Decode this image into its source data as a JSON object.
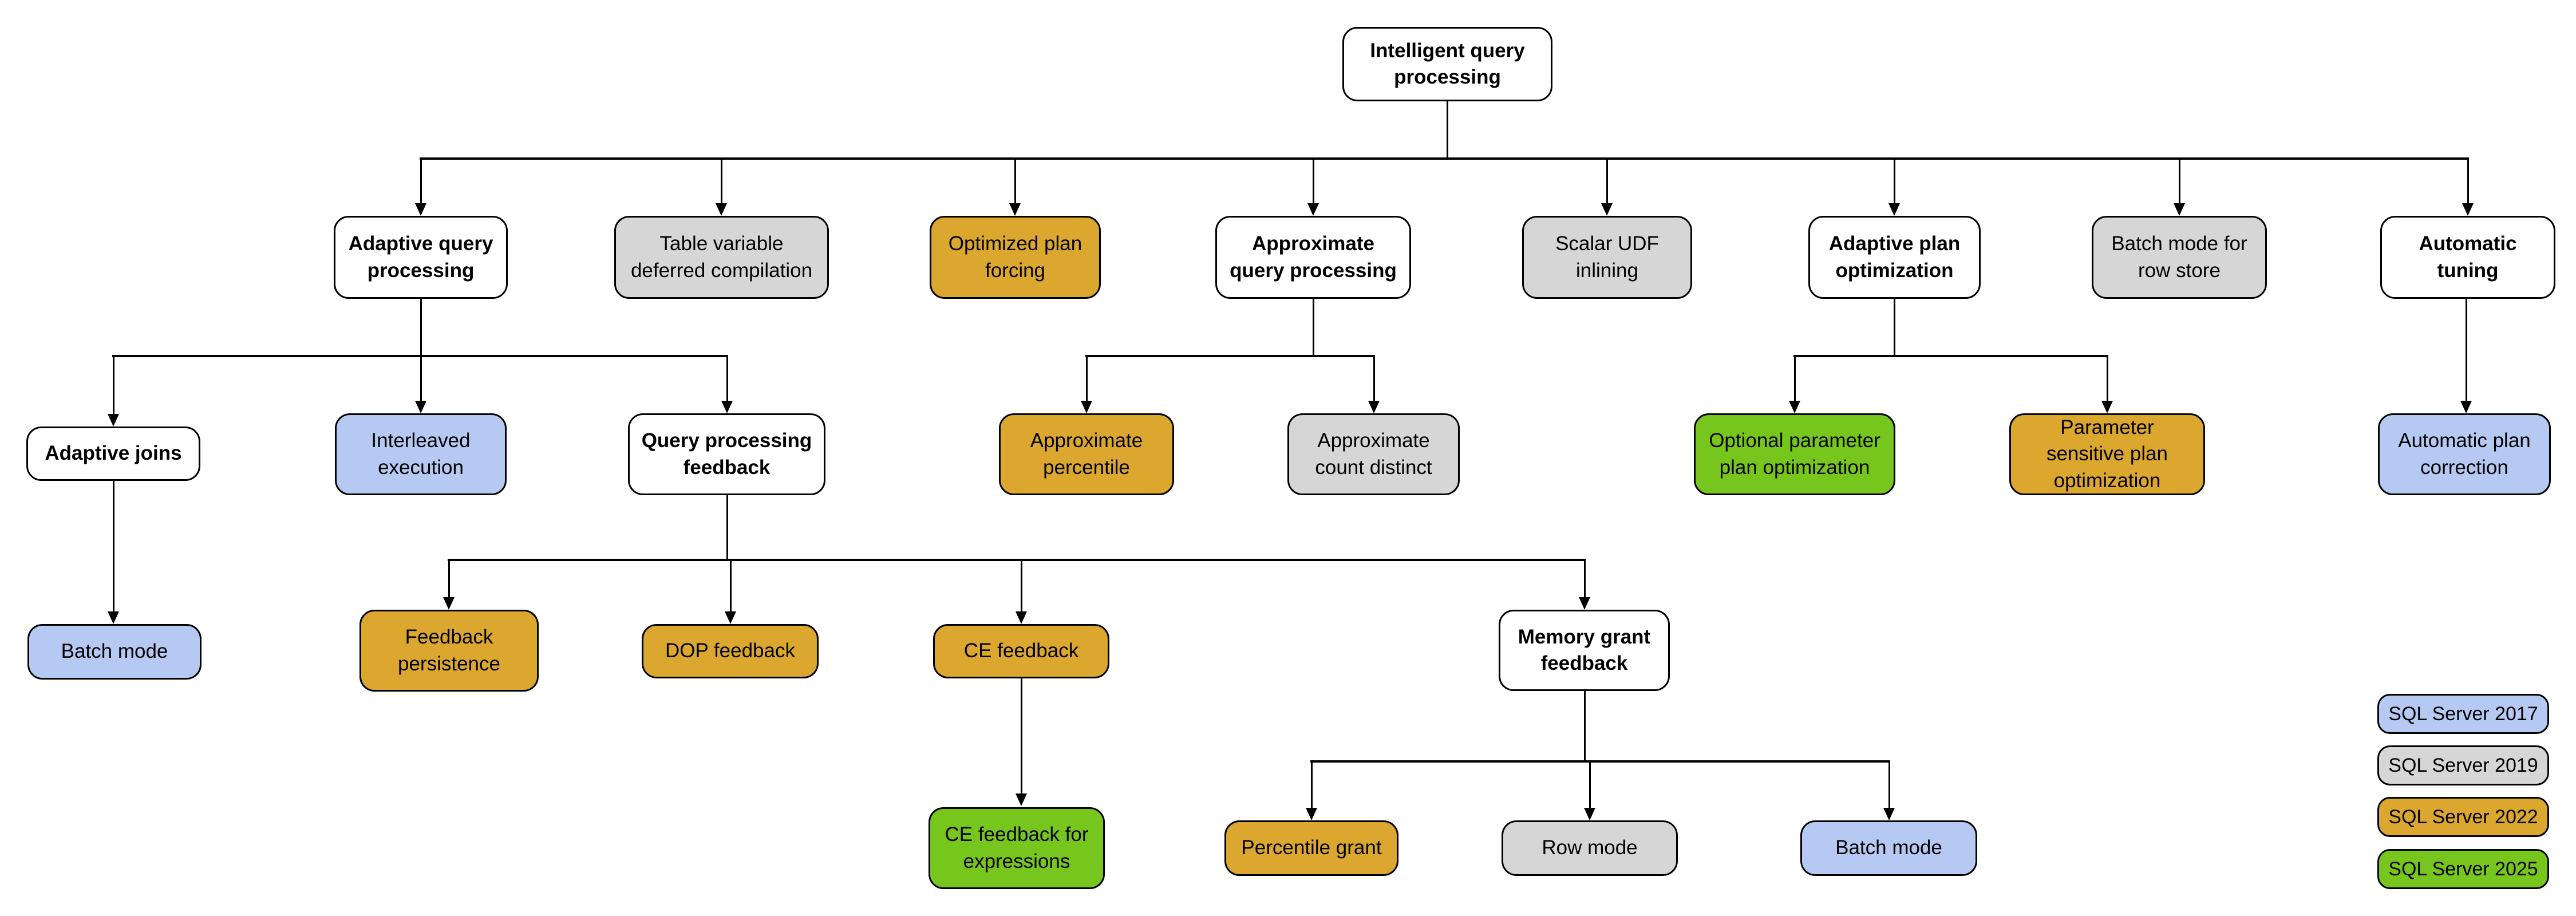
{
  "diagram_title": "Intelligent query processing",
  "palette": {
    "category": "#ffffff",
    "sql_server_2017": "#b6c9f2",
    "sql_server_2019": "#d6d6d6",
    "sql_server_2022": "#dba72e",
    "sql_server_2025": "#76c61e",
    "border": "#000000",
    "connector": "#000000",
    "background": "#ffffff"
  },
  "nodes": [
    {
      "id": "intelligent-query-processing",
      "label": "Intelligent query processing",
      "variant": "category"
    },
    {
      "id": "adaptive-query-processing",
      "label": "Adaptive query processing",
      "variant": "category"
    },
    {
      "id": "table-variable-deferred-compilation",
      "label": "Table variable deferred compilation",
      "variant": "sql_server_2019"
    },
    {
      "id": "optimized-plan-forcing",
      "label": "Optimized plan forcing",
      "variant": "sql_server_2022"
    },
    {
      "id": "approximate-query-processing",
      "label": "Approximate query processing",
      "variant": "category"
    },
    {
      "id": "scalar-udf-inlining",
      "label": "Scalar UDF inlining",
      "variant": "sql_server_2019"
    },
    {
      "id": "adaptive-plan-optimization",
      "label": "Adaptive plan optimization",
      "variant": "category"
    },
    {
      "id": "batch-mode-for-row-store",
      "label": "Batch mode for row store",
      "variant": "sql_server_2019"
    },
    {
      "id": "automatic-tuning",
      "label": "Automatic tuning",
      "variant": "category"
    },
    {
      "id": "adaptive-joins",
      "label": "Adaptive joins",
      "variant": "category"
    },
    {
      "id": "interleaved-execution",
      "label": "Interleaved execution",
      "variant": "sql_server_2017"
    },
    {
      "id": "query-processing-feedback",
      "label": "Query processing feedback",
      "variant": "category"
    },
    {
      "id": "approximate-percentile",
      "label": "Approximate percentile",
      "variant": "sql_server_2022"
    },
    {
      "id": "approximate-count-distinct",
      "label": "Approximate count distinct",
      "variant": "sql_server_2019"
    },
    {
      "id": "optional-parameter-plan-optimization",
      "label": "Optional parameter plan optimization",
      "variant": "sql_server_2025"
    },
    {
      "id": "parameter-sensitive-plan-optimization",
      "label": "Parameter sensitive plan optimization",
      "variant": "sql_server_2022"
    },
    {
      "id": "automatic-plan-correction",
      "label": "Automatic plan correction",
      "variant": "sql_server_2017"
    },
    {
      "id": "batch-mode-under-adaptive-joins",
      "label": "Batch mode",
      "variant": "sql_server_2017"
    },
    {
      "id": "feedback-persistence",
      "label": "Feedback persistence",
      "variant": "sql_server_2022"
    },
    {
      "id": "dop-feedback",
      "label": "DOP feedback",
      "variant": "sql_server_2022"
    },
    {
      "id": "ce-feedback",
      "label": "CE feedback",
      "variant": "sql_server_2022"
    },
    {
      "id": "memory-grant-feedback",
      "label": "Memory grant feedback",
      "variant": "category"
    },
    {
      "id": "ce-feedback-for-expressions",
      "label": "CE feedback for expressions",
      "variant": "sql_server_2025"
    },
    {
      "id": "percentile-grant",
      "label": "Percentile grant",
      "variant": "sql_server_2022"
    },
    {
      "id": "row-mode",
      "label": "Row mode",
      "variant": "sql_server_2019"
    },
    {
      "id": "batch-mode-under-memory-grant",
      "label": "Batch mode",
      "variant": "sql_server_2017"
    }
  ],
  "legend": {
    "items": [
      {
        "label": "SQL Server 2017",
        "variant": "sql_server_2017"
      },
      {
        "label": "SQL Server 2019",
        "variant": "sql_server_2019"
      },
      {
        "label": "SQL Server 2022",
        "variant": "sql_server_2022"
      },
      {
        "label": "SQL Server 2025",
        "variant": "sql_server_2025"
      }
    ]
  }
}
